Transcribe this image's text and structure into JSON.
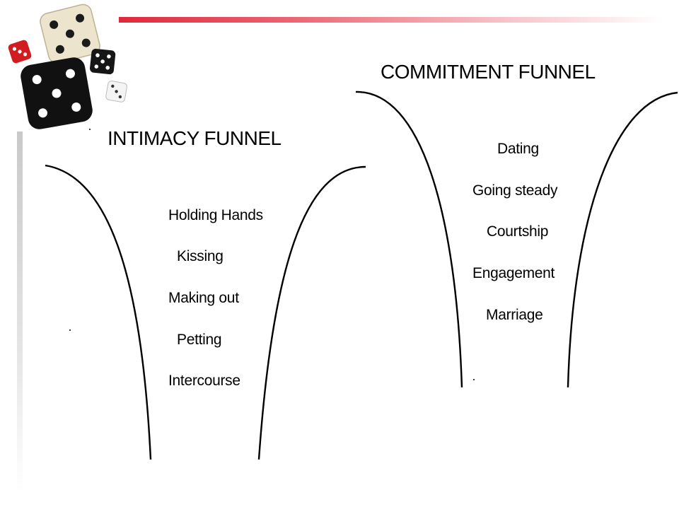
{
  "intimacy_funnel": {
    "title": "INTIMACY FUNNEL",
    "stages": [
      "Holding Hands",
      "Kissing",
      "Making out",
      "Petting",
      "Intercourse"
    ]
  },
  "commitment_funnel": {
    "title": "COMMITMENT FUNNEL",
    "stages": [
      "Dating",
      "Going steady",
      "Courtship",
      "Engagement",
      "Marriage"
    ]
  },
  "decor": {
    "top_bar_color": "#e0283a",
    "left_bar_color": "#c9c9c9",
    "icons": [
      "dice-icon"
    ]
  }
}
